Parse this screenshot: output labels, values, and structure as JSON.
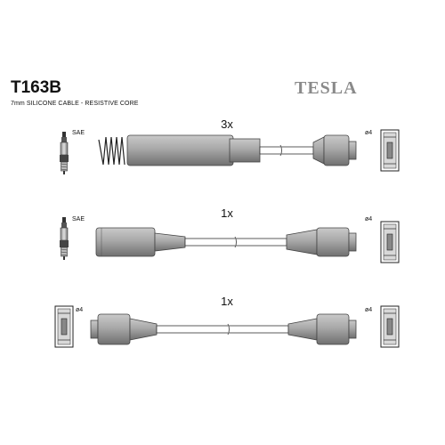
{
  "header": {
    "part_code": "T163B",
    "description": "7mm SILICONE CABLE - RESISTIVE CORE",
    "brand": "TESLA"
  },
  "rows": [
    {
      "quantity": "3x",
      "left_end_label": "SAE",
      "right_end_label": "ø4",
      "left_terminal": "spark-plug",
      "right_terminal": "coil-socket"
    },
    {
      "quantity": "1x",
      "left_end_label": "SAE",
      "right_end_label": "ø4",
      "left_terminal": "spark-plug",
      "right_terminal": "coil-socket"
    },
    {
      "quantity": "1x",
      "left_end_label": "ø4",
      "right_end_label": "ø4",
      "left_terminal": "coil-socket",
      "right_terminal": "coil-socket"
    }
  ]
}
